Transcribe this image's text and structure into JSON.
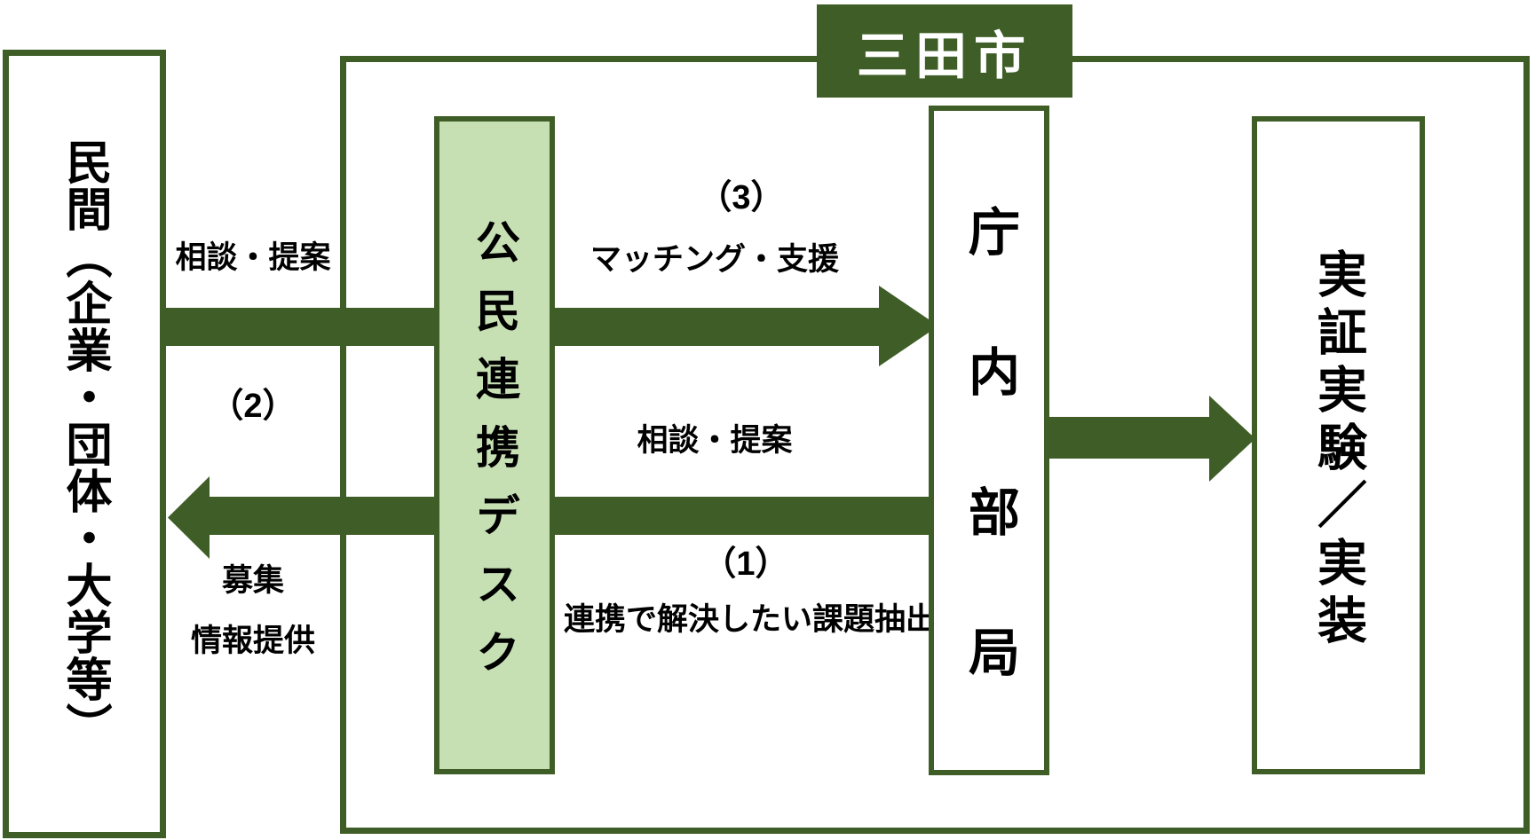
{
  "diagram": {
    "city_label": "三田市",
    "boxes": {
      "private": "民間（企業・団体・大学等）",
      "desk": "公民連携デスク",
      "internal": "庁内部局",
      "implementation": "実証実験／実装"
    },
    "labels": {
      "consult_top": "相談・提案",
      "step3_number": "（3）",
      "step3_text": "マッチング・支援",
      "step2_number": "（2）",
      "consult_middle": "相談・提案",
      "step1_number": "（1）",
      "step1_text": "連携で解決したい課題抽出",
      "recruit": "募集",
      "info_provision": "情報提供"
    },
    "colors": {
      "dark_green": "#3f5e27",
      "light_green": "#c6e0b4",
      "text": "#000000",
      "background": "#ffffff"
    }
  }
}
